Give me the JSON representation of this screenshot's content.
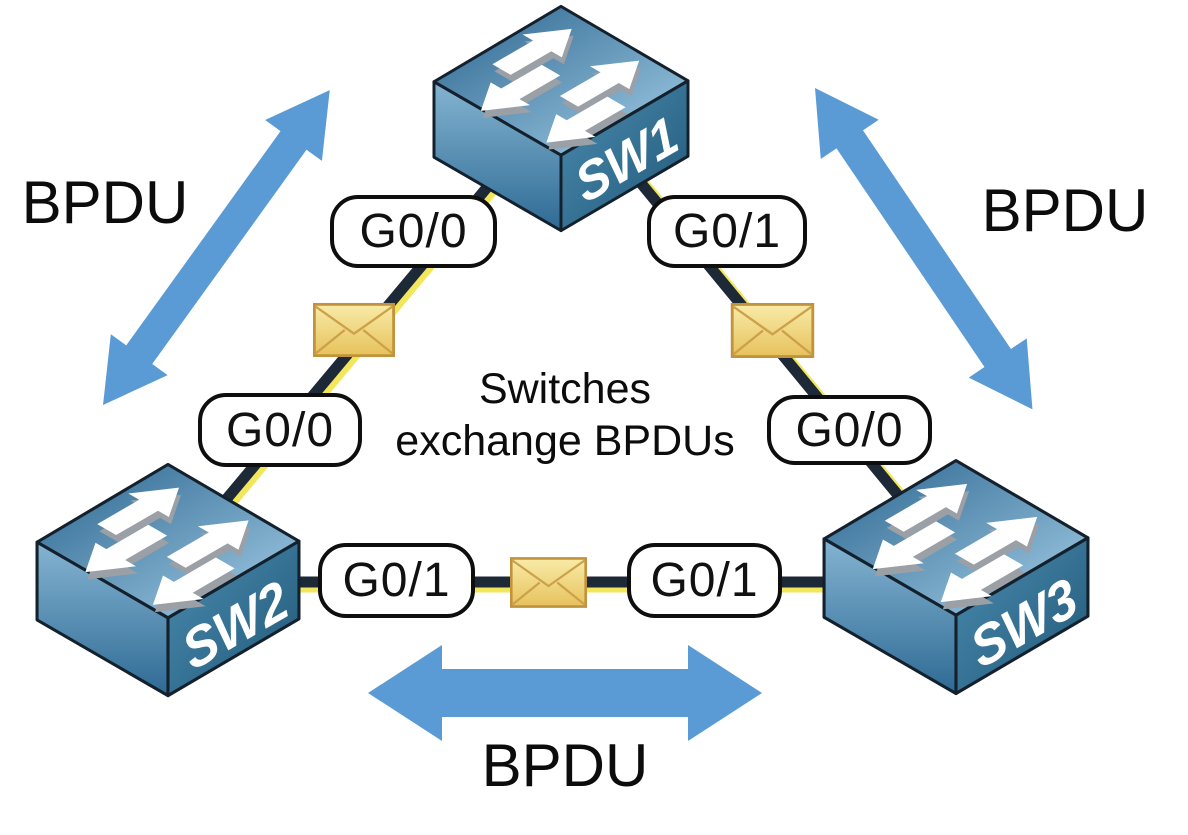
{
  "caption": {
    "line1": "Switches",
    "line2": "exchange BPDUs"
  },
  "bpdu": {
    "left": "BPDU",
    "right": "BPDU",
    "bottom": "BPDU"
  },
  "switches": {
    "sw1": "SW1",
    "sw2": "SW2",
    "sw3": "SW3"
  },
  "ports": {
    "sw1_g00": "G0/0",
    "sw1_g01": "G0/1",
    "sw2_g00": "G0/0",
    "sw2_g01": "G0/1",
    "sw3_g00": "G0/0",
    "sw3_g01": "G0/1"
  },
  "links": [
    {
      "from": "SW1",
      "from_port": "G0/0",
      "to": "SW2",
      "to_port": "G0/0"
    },
    {
      "from": "SW1",
      "from_port": "G0/1",
      "to": "SW3",
      "to_port": "G0/0"
    },
    {
      "from": "SW2",
      "from_port": "G0/1",
      "to": "SW3",
      "to_port": "G0/1"
    }
  ],
  "icons": {
    "switch": "network-switch-icon",
    "message": "envelope-icon",
    "arrow": "double-headed-arrow-icon"
  },
  "colors": {
    "bpdu_arrow": "#5b9bd5",
    "link": "#1d2937",
    "link_halo": "#f0e23e",
    "envelope_fill": "#eed27a",
    "envelope_border": "#c1933c",
    "switch_top": "#5d9cc4",
    "switch_side_dark": "#235a7a",
    "text": "#0c0c0c",
    "background": "#ffffff"
  }
}
